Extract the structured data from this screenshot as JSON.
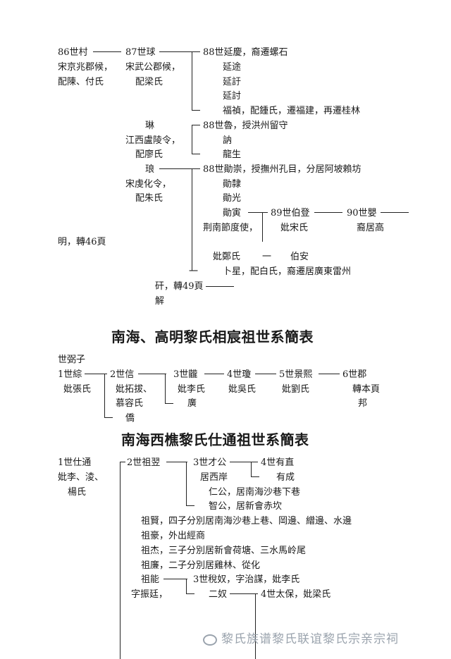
{
  "section1": {
    "n86": [
      "86世村",
      "宋京兆郡候，",
      "配陳、付氏"
    ],
    "n87": [
      "87世球",
      "宋武公郡候，",
      "配梁氏"
    ],
    "gen88a": [
      "88世延慶，裔遷螺石",
      "延途",
      "延訏",
      "延討",
      "福禎，配鍾氏，遷福建，再遷桂林"
    ],
    "lin": [
      "琳",
      "江西盧陵令，",
      "配廖氏"
    ],
    "gen88b": [
      "88世魯，授洪州留守",
      "訥",
      "龍生"
    ],
    "lang": [
      "琅",
      "宋虔化令，",
      "配朱氏"
    ],
    "gen88c": [
      "88世勛崇，授撫州孔目，分居阿坡賴坊",
      "勛隸",
      "勛光",
      "勛寅",
      "荆南節度使，"
    ],
    "n89": [
      "89世伯登",
      "妣宋氏"
    ],
    "n90": [
      "90世嬰",
      "裔居高"
    ],
    "ming": "明，轉46頁",
    "zheng": [
      "妣鄭氏",
      "一",
      "伯安"
    ],
    "buxing_dash": "一",
    "buxing": "卜星，配白氏，裔遷居廣東雷州",
    "yan": [
      "矸，轉49頁",
      "解"
    ]
  },
  "title2": "南海、高明黎氏相宸祖世系簡表",
  "section2": {
    "top": "世弼子",
    "n1": [
      "1世綜",
      "妣張氏"
    ],
    "n2": [
      "2世信",
      "妣拓拔、",
      "慕容氏",
      "僑"
    ],
    "n3": [
      "3世龖",
      "妣李氏",
      "廣"
    ],
    "n4": [
      "4世瓊",
      "妣吳氏"
    ],
    "n5": [
      "5世景熙",
      "妣劉氏"
    ],
    "n6": [
      "6世郡",
      "轉本頁",
      "邦"
    ]
  },
  "title3": "南海西樵黎氏仕通祖世系簡表",
  "section3": {
    "n1": [
      "1世仕通",
      "妣李、淩、",
      "楊氏"
    ],
    "n2": "2世祖翌",
    "n3a": [
      "3世才公",
      "居西岸"
    ],
    "n4a": [
      "4世有直",
      "有成"
    ],
    "ren": "仁公，居南海沙巷下巷",
    "zhi": "智公，居新會赤坎",
    "others": [
      "祖賢，四子分別居南海沙巷上巷、岡邊、繒邊、水邊",
      "祖豪，外出經商",
      "祖杰，三子分別居新會荷塘、三水馬岭尾",
      "祖廉，二子分別居雞林、從化"
    ],
    "zuneng": [
      "祖能",
      "字振廷，"
    ],
    "n3b": [
      "3世稅奴，字治謀，妣李氏",
      "二奴"
    ],
    "n4b": "4世太保，妣梁氏"
  },
  "watermark": "黎氏族谱黎氏联谊黎氏宗亲宗祠"
}
